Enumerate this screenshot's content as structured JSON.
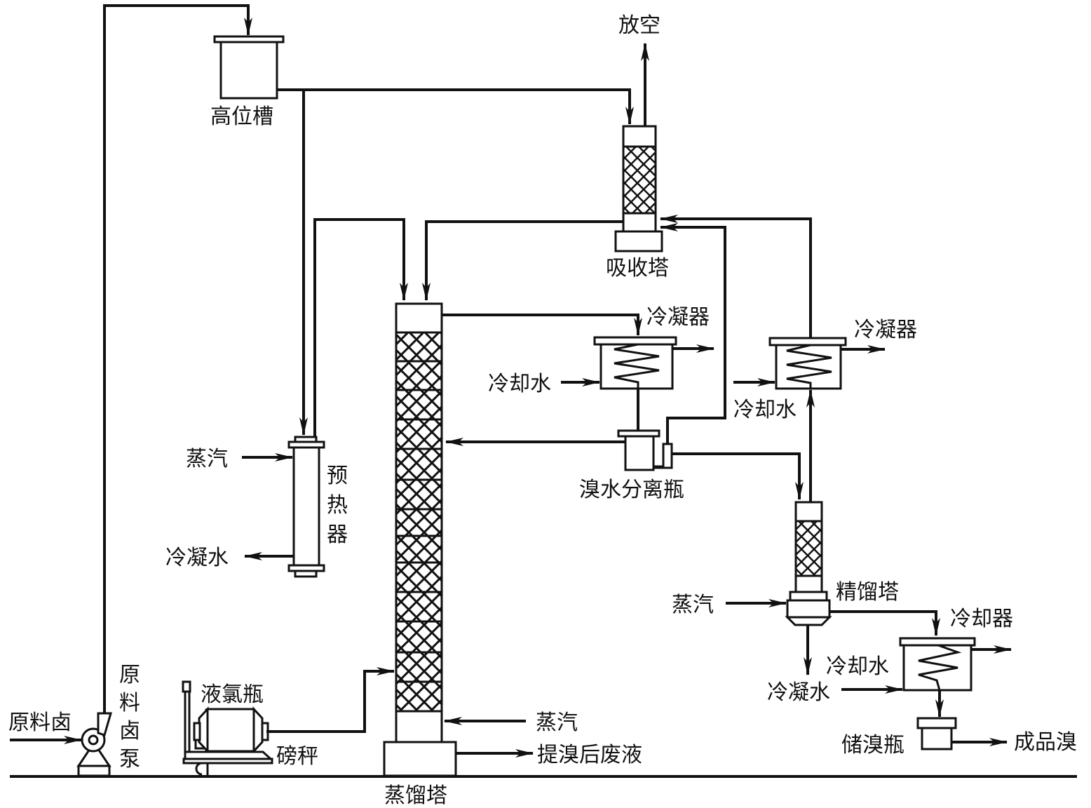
{
  "diagram": {
    "title": "",
    "colors": {
      "line": "#111111",
      "background": "#ffffff"
    },
    "units": {
      "feed_pump": {
        "name": "原料卤泵",
        "chars": [
          "原",
          "料",
          "卤",
          "泵"
        ]
      },
      "head_tank": {
        "name": "高位槽"
      },
      "preheater": {
        "name": "预热器",
        "chars": [
          "预",
          "热",
          "器"
        ]
      },
      "distillation_tower": {
        "name": "蒸馏塔"
      },
      "absorption_tower": {
        "name": "吸收塔"
      },
      "condenser_1": {
        "name": "冷凝器"
      },
      "condenser_2": {
        "name": "冷凝器"
      },
      "separator": {
        "name": "溴水分离瓶"
      },
      "rectification_tower": {
        "name": "精馏塔"
      },
      "cooler": {
        "name": "冷却器"
      },
      "storage_bottle": {
        "name": "储溴瓶"
      },
      "chlorine_cylinder": {
        "name": "液氯瓶"
      },
      "scale": {
        "name": "磅秤"
      }
    },
    "streams": {
      "raw_brine": "原料卤",
      "vent": "放空",
      "steam_preheater": "蒸汽",
      "condensate_preheater": "冷凝水",
      "steam_distillation": "蒸汽",
      "waste_liquid": "提溴后废液",
      "cooling_water_c1": "冷却水",
      "cooling_water_c2": "冷却水",
      "steam_rectification": "蒸汽",
      "condensate_rectification": "冷凝水",
      "cooling_water_cooler": "冷却水",
      "product": "成品溴"
    }
  }
}
